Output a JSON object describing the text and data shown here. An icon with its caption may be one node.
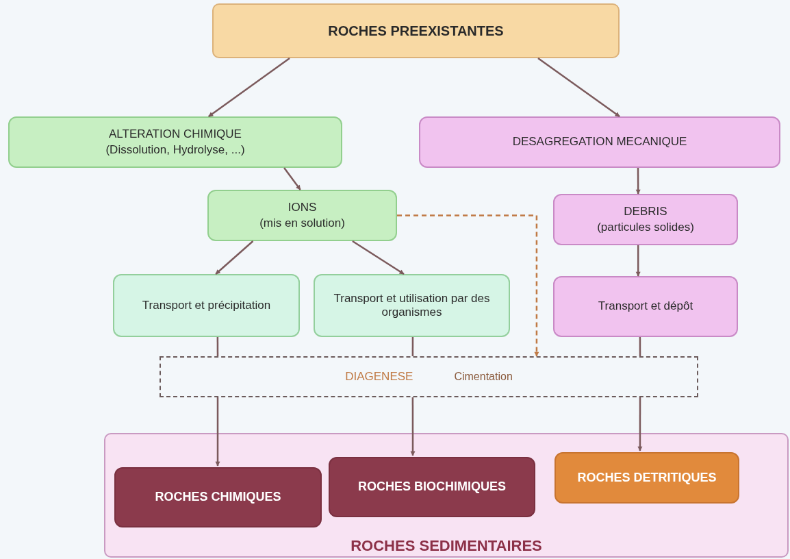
{
  "diagram": {
    "nodes": [
      {
        "text": [
          "ROCHES PREEXISTANTES"
        ]
      },
      {
        "text": [
          "ALTERATION CHIMIQUE",
          "(Dissolution, Hydrolyse, ...)"
        ]
      },
      {
        "text": [
          "DESAGREGATION MECANIQUE"
        ]
      },
      {
        "text": [
          "IONS",
          "(mis en solution)"
        ]
      },
      {
        "text": [
          "DEBRIS",
          "(particules solides)"
        ]
      },
      {
        "text": [
          "Transport et précipitation"
        ]
      },
      {
        "text": [
          "Transport et utilisation par des organismes"
        ]
      },
      {
        "text": [
          "Transport et dépôt"
        ]
      },
      {
        "text": [
          "DIAGENESE",
          "Cimentation"
        ]
      },
      {
        "text": [
          "ROCHES SEDIMENTAIRES"
        ]
      },
      {
        "text": [
          "ROCHES CHIMIQUES"
        ],
        "in": 9
      },
      {
        "text": [
          "ROCHES BIOCHIMIQUES"
        ],
        "in": 9
      },
      {
        "text": [
          "ROCHES DETRITIQUES"
        ],
        "in": 9
      }
    ],
    "edges": [
      {
        "from": 0,
        "to": 1,
        "arrow": "to"
      },
      {
        "from": 0,
        "to": 2,
        "arrow": "to"
      },
      {
        "from": 1,
        "to": 3,
        "arrow": "to"
      },
      {
        "from": 2,
        "to": 4,
        "arrow": "to"
      },
      {
        "from": 4,
        "to": 7,
        "arrow": "to"
      },
      {
        "from": 3,
        "to": 5,
        "arrow": "to"
      },
      {
        "from": 3,
        "to": 6,
        "arrow": "to"
      },
      {
        "from": 3,
        "to": 8,
        "arrow": "to",
        "style": "dashed",
        "color": "#c07a45"
      },
      {
        "from": 5,
        "to": 8,
        "arrow": "none"
      },
      {
        "from": 6,
        "to": 8,
        "arrow": "none"
      },
      {
        "from": 7,
        "to": 8,
        "arrow": "none"
      },
      {
        "from": 8,
        "to": 10,
        "arrow": "to"
      },
      {
        "from": 8,
        "to": 11,
        "arrow": "to"
      },
      {
        "from": 8,
        "to": 12,
        "arrow": "to"
      }
    ]
  }
}
